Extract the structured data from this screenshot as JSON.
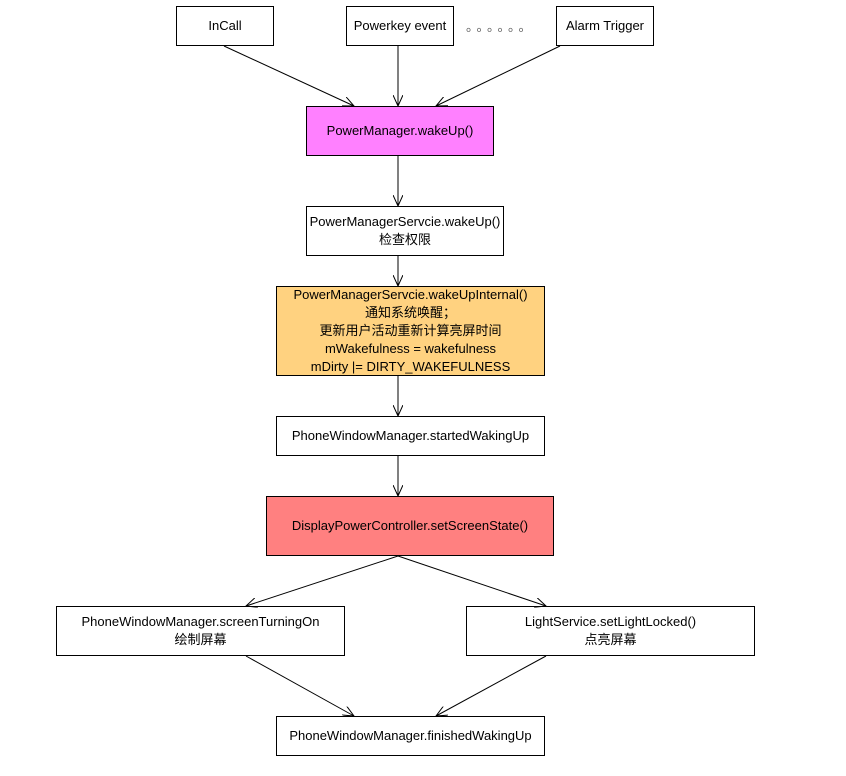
{
  "nodes": {
    "incall": {
      "lines": [
        "InCall"
      ]
    },
    "powerkey": {
      "lines": [
        "Powerkey event"
      ]
    },
    "ellipsis": {
      "text": "。。。。。。"
    },
    "alarm": {
      "lines": [
        "Alarm Trigger"
      ]
    },
    "pm_wakeup": {
      "lines": [
        "PowerManager.wakeUp()"
      ],
      "fill": "#ff80ff"
    },
    "pms_wakeup": {
      "lines": [
        "PowerManagerServcie.wakeUp()",
        "检查权限"
      ]
    },
    "pms_internal": {
      "lines": [
        "PowerManagerServcie.wakeUpInternal()",
        "通知系统唤醒；",
        "更新用户活动重新计算亮屏时间",
        "mWakefulness = wakefulness",
        "mDirty |= DIRTY_WAKEFULNESS"
      ],
      "fill": "#ffd280"
    },
    "pwm_started": {
      "lines": [
        "PhoneWindowManager.startedWakingUp"
      ]
    },
    "dpc_set": {
      "lines": [
        "DisplayPowerController.setScreenState()"
      ],
      "fill": "#ff8080"
    },
    "pwm_turning_on": {
      "lines": [
        "PhoneWindowManager.screenTurningOn",
        "绘制屏幕"
      ]
    },
    "light_locked": {
      "lines": [
        "LightService.setLightLocked()",
        "点亮屏幕"
      ]
    },
    "pwm_finished": {
      "lines": [
        "PhoneWindowManager.finishedWakingUp"
      ]
    }
  },
  "edges": [
    [
      "incall",
      "pm_wakeup"
    ],
    [
      "powerkey",
      "pm_wakeup"
    ],
    [
      "alarm",
      "pm_wakeup"
    ],
    [
      "pm_wakeup",
      "pms_wakeup"
    ],
    [
      "pms_wakeup",
      "pms_internal"
    ],
    [
      "pms_internal",
      "pwm_started"
    ],
    [
      "pwm_started",
      "dpc_set"
    ],
    [
      "dpc_set",
      "pwm_turning_on"
    ],
    [
      "dpc_set",
      "light_locked"
    ],
    [
      "pwm_turning_on",
      "pwm_finished"
    ],
    [
      "light_locked",
      "pwm_finished"
    ]
  ]
}
